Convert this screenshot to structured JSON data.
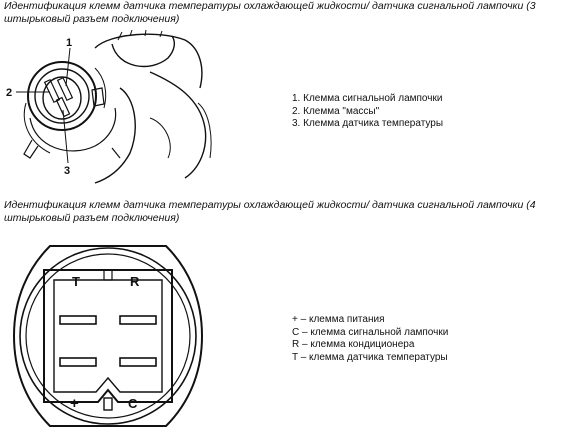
{
  "section_3pin": {
    "heading": "Идентификация клемм датчика температуры охлаждающей жидкости/ датчика сигнальной лампочки (3 штырьковый разъем подключения)",
    "callouts": [
      "1",
      "2",
      "3"
    ],
    "legend": [
      "1. Клемма сигнальной лампочки",
      "2. Клемма \"массы\"",
      "3. Клемма датчика температуры"
    ]
  },
  "section_4pin": {
    "heading": "Идентификация клемм датчика температуры охлаждающей жидкости/ датчика сигнальной лампочки (4 штырьковый разъем подключения)",
    "pin_labels": {
      "top_left": "T",
      "top_right": "R",
      "bottom_left": "+",
      "bottom_right": "C"
    },
    "legend": [
      "+ – клемма питания",
      "C – клемма сигнальной лампочки",
      "R – клемма кондиционера",
      "T – клемма датчика температуры"
    ]
  }
}
